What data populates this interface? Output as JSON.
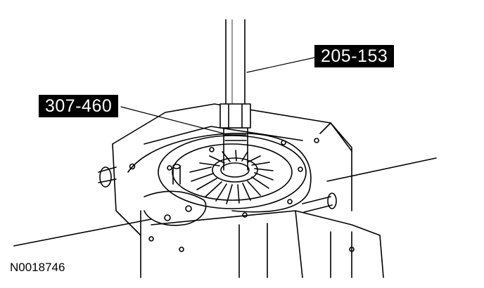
{
  "callouts": {
    "tool_top": "205-153",
    "tool_side": "307-460"
  },
  "figure": {
    "id": "N0018746"
  }
}
